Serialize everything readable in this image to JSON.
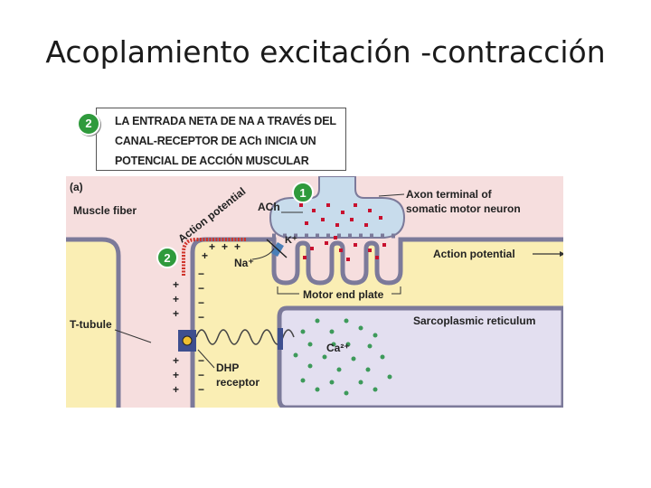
{
  "slide": {
    "title": "Acoplamiento excitación -contracción"
  },
  "callout": {
    "badge": "2",
    "line1": "LA ENTRADA NETA DE NA A TRAVÉS DEL",
    "line2": "CANAL-RECEPTOR DE ACh INICIA UN",
    "line3": "POTENCIAL DE ACCIÓN MUSCULAR"
  },
  "diagram": {
    "panel_label": "(a)",
    "muscle_fiber": "Muscle fiber",
    "ach": "ACh",
    "axon_line1": "Axon terminal of",
    "axon_line2": "somatic motor neuron",
    "action_potential_curved": "Action potential",
    "action_potential": "Action potential",
    "k_label": "K⁺",
    "na_label": "Na⁺",
    "motor_end_plate": "Motor end plate",
    "t_tubule": "T-tubule",
    "sarcoplasmic_reticulum": "Sarcoplasmic reticulum",
    "ca_label": "Ca²⁺",
    "dhp_line1": "DHP",
    "dhp_line2": "receptor",
    "badge1": "1",
    "badge2": "2",
    "plus_sign": "+",
    "minus_sign": "−"
  },
  "colors": {
    "pink_bg": "#f6dede",
    "cytoplasm": "#faeeb4",
    "sr_fill": "#e3dff0",
    "membrane": "#7c7a9a",
    "axon_fill": "#c8dcec",
    "ach_dots": "#c8102e",
    "ca_dots": "#3d9a5a",
    "badge": "#2f9a3c"
  }
}
